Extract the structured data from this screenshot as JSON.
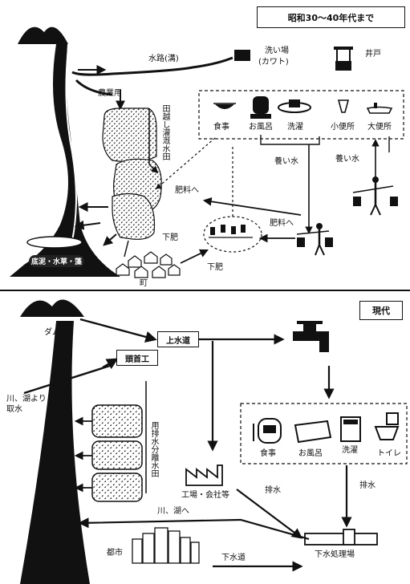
{
  "top": {
    "title": "昭和30～40年代まで",
    "waterway": "水路(溝)",
    "washplace_line1": "洗い場",
    "washplace_line2": "(カワト)",
    "well": "井戸",
    "agri": "農業用",
    "paddy_vertical": "田越し灌漑水田",
    "uses": [
      "食事",
      "お風呂",
      "洗濯",
      "小便所",
      "大便所"
    ],
    "carry_water_1": "養い水",
    "carry_water_2": "養い水",
    "fertilizer_1": "肥料へ",
    "fertilizer_2": "肥料へ",
    "drain_1": "下肥",
    "drain_2": "下肥",
    "sediment": "底泥・水草・藻",
    "town": "町"
  },
  "bottom": {
    "title": "現代",
    "dam": "ダム",
    "waterworks": "上水道",
    "intake_head": "頭首工",
    "river_intake_line1": "川、湖より",
    "river_intake_line2": "取水",
    "separated_paddy_vertical": "用排水分離水田",
    "uses": [
      "食事",
      "お風呂",
      "洗濯",
      "トイレ"
    ],
    "factory": "工場・会社等",
    "discharge_1": "排水",
    "discharge_2": "排水",
    "to_river": "川、湖へ",
    "city": "都市",
    "sewer": "下水道",
    "treatment": "下水処理場"
  }
}
